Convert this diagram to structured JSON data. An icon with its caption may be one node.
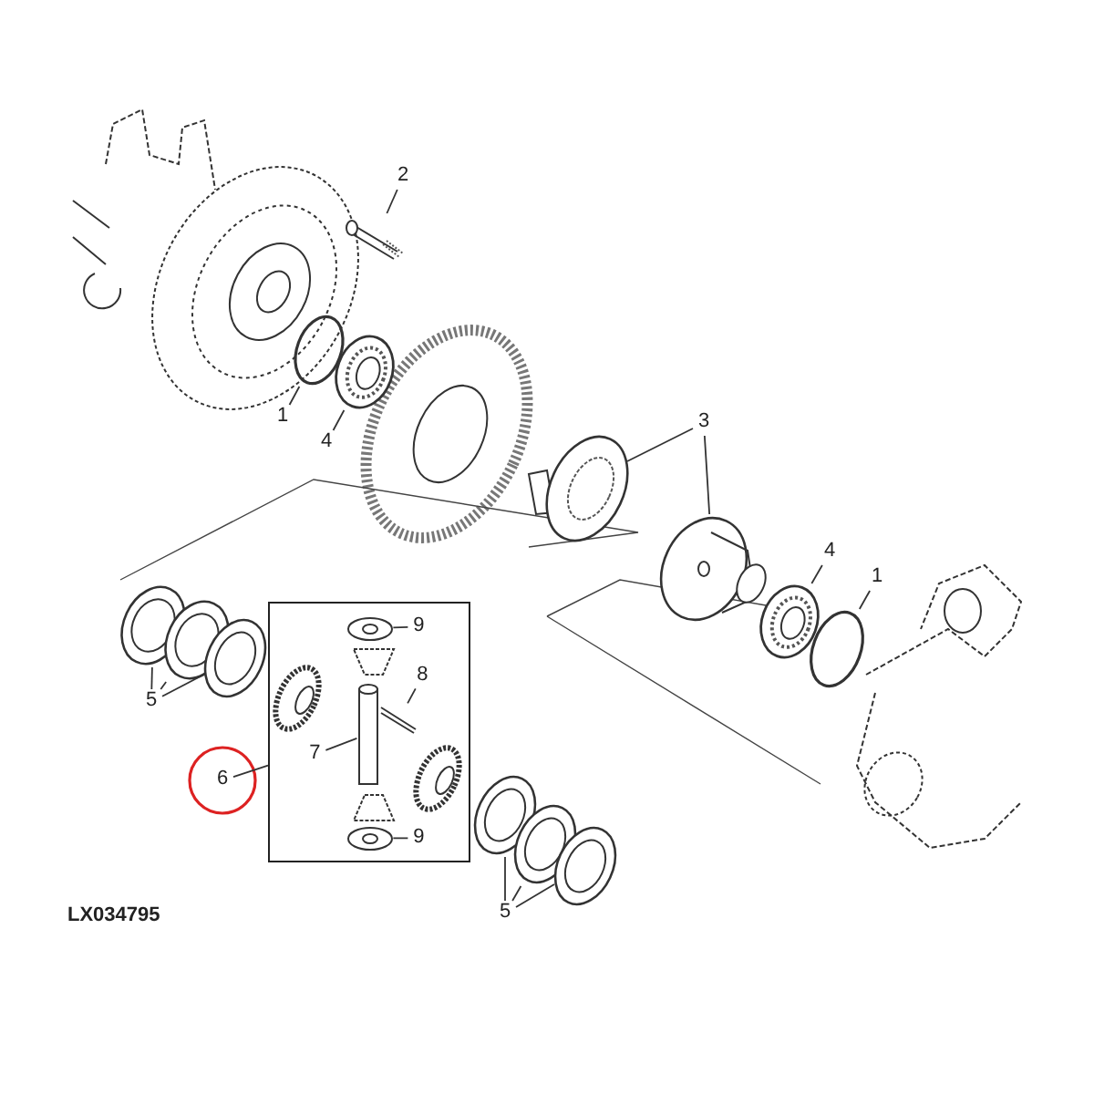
{
  "diagram": {
    "nodes": [
      {
        "text": [
          "2"
        ]
      },
      {
        "text": [],
        "shape": "picture"
      },
      {
        "text": [
          "1"
        ]
      },
      {
        "text": [],
        "shape": "circle"
      },
      {
        "text": [
          "4"
        ]
      },
      {
        "text": [],
        "shape": "picture"
      },
      {
        "text": [
          "3"
        ]
      },
      {
        "text": [],
        "shape": "picture"
      },
      {
        "text": [],
        "shape": "picture"
      },
      {
        "text": [
          "4"
        ]
      },
      {
        "text": [],
        "shape": "picture"
      },
      {
        "text": [
          "1"
        ]
      },
      {
        "text": [],
        "shape": "circle"
      },
      {
        "text": [
          "5"
        ]
      },
      {
        "text": [],
        "shape": "picture"
      },
      {
        "text": [],
        "shape": "picture"
      },
      {
        "text": [],
        "shape": "picture"
      },
      {
        "text": [],
        "shape": "box"
      },
      {
        "text": [
          "9"
        ],
        "in": 17
      },
      {
        "text": [],
        "shape": "picture",
        "in": 17
      },
      {
        "text": [
          "8"
        ],
        "in": 17
      },
      {
        "text": [],
        "shape": "picture",
        "in": 17
      },
      {
        "text": [
          "7"
        ],
        "in": 17
      },
      {
        "text": [],
        "shape": "cylinder",
        "in": 17
      },
      {
        "text": [
          "9"
        ],
        "in": 17
      },
      {
        "text": [],
        "shape": "picture",
        "in": 17
      },
      {
        "text": [
          "6"
        ]
      },
      {
        "text": [
          "5"
        ]
      },
      {
        "text": [],
        "shape": "picture"
      },
      {
        "text": [],
        "shape": "picture"
      },
      {
        "text": [],
        "shape": "picture"
      }
    ],
    "edges": [
      {
        "from": 0,
        "to": 1,
        "arrow": "none"
      },
      {
        "from": 2,
        "to": 3,
        "arrow": "none"
      },
      {
        "from": 4,
        "to": 5,
        "arrow": "none"
      },
      {
        "from": 6,
        "to": 7,
        "arrow": "none"
      },
      {
        "from": 6,
        "to": 8,
        "arrow": "none"
      },
      {
        "from": 9,
        "to": 10,
        "arrow": "none"
      },
      {
        "from": 11,
        "to": 12,
        "arrow": "none"
      },
      {
        "from": 13,
        "to": 14,
        "arrow": "none"
      },
      {
        "from": 13,
        "to": 15,
        "arrow": "none"
      },
      {
        "from": 13,
        "to": 16,
        "arrow": "none"
      },
      {
        "from": 18,
        "to": 19,
        "arrow": "none"
      },
      {
        "from": 20,
        "to": 21,
        "arrow": "none"
      },
      {
        "from": 22,
        "to": 23,
        "arrow": "none"
      },
      {
        "from": 24,
        "to": 25,
        "arrow": "none"
      },
      {
        "from": 26,
        "to": 17,
        "arrow": "none"
      },
      {
        "from": 27,
        "to": 28,
        "arrow": "none"
      },
      {
        "from": 27,
        "to": 29,
        "arrow": "none"
      },
      {
        "from": 27,
        "to": 30,
        "arrow": "none"
      }
    ],
    "labels": [
      "LX034795"
    ]
  }
}
